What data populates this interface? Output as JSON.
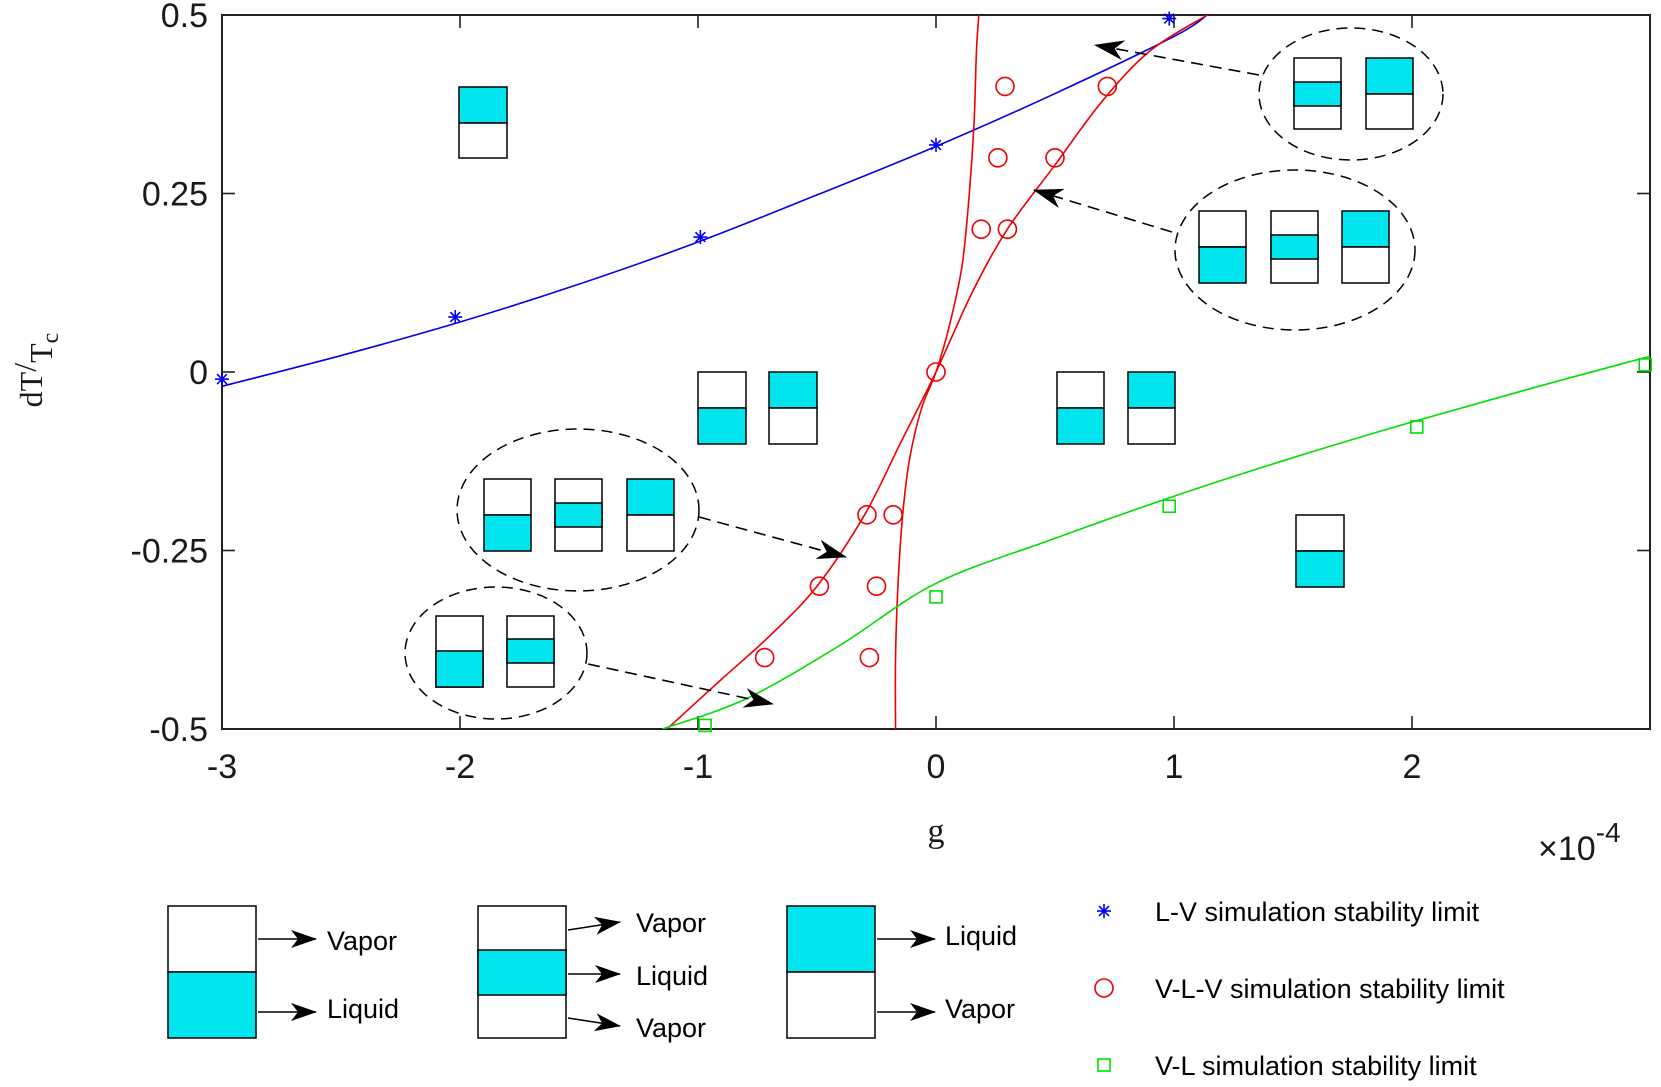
{
  "chart_data": {
    "type": "scatter",
    "title": "",
    "xlabel": "g",
    "ylabel": {
      "main": "dT",
      "sub": "T",
      "subsub": "c"
    },
    "x_multiplier": {
      "base": "×10",
      "exponent": "-4"
    },
    "xlim": [
      -3,
      3
    ],
    "ylim": [
      -0.5,
      0.5
    ],
    "xticks": [
      -3,
      -2,
      -1,
      0,
      1,
      2
    ],
    "xtick_labels": [
      "-3",
      "-2",
      "-1",
      "0",
      "1",
      "2"
    ],
    "yticks": [
      -0.5,
      -0.25,
      0,
      0.25,
      0.5
    ],
    "ytick_labels": [
      "-0.5",
      "-0.25",
      "0",
      "0.25",
      "0.5"
    ],
    "grid": false,
    "colors": {
      "liquid": "#00e5ee",
      "lv": "#0000ee",
      "vlv": "#ee0000",
      "vl": "#00dd00"
    },
    "series": [
      {
        "name": "L-V simulation stability limit",
        "marker": "asterisk",
        "color": "#0000ee",
        "x": [
          -3.0,
          -2.02,
          -0.99,
          0.0,
          0.98
        ],
        "y": [
          -0.01,
          0.077,
          0.189,
          0.318,
          0.495
        ]
      },
      {
        "name": "V-L-V simulation stability limit",
        "marker": "circle",
        "color": "#ee0000",
        "x": [
          0.0,
          0.19,
          0.3,
          0.26,
          0.5,
          0.29,
          0.72,
          -0.29,
          -0.18,
          -0.49,
          -0.25,
          -0.72,
          -0.28
        ],
        "y": [
          0.0,
          0.2,
          0.2,
          0.3,
          0.3,
          0.4,
          0.4,
          -0.2,
          -0.2,
          -0.3,
          -0.3,
          -0.4,
          -0.4
        ]
      },
      {
        "name": "V-L simulation stability limit",
        "marker": "square",
        "color": "#00dd00",
        "x": [
          -0.97,
          0.0,
          0.98,
          2.02,
          2.98
        ],
        "y": [
          -0.495,
          -0.315,
          -0.188,
          -0.077,
          0.01
        ]
      }
    ],
    "fit_curves": [
      {
        "color": "#0000ee",
        "x": [
          -3.0,
          -2.5,
          -2.0,
          -1.5,
          -1.0,
          -0.5,
          0.0,
          0.5,
          1.0,
          1.14
        ],
        "y": [
          -0.02,
          0.023,
          0.07,
          0.123,
          0.182,
          0.248,
          0.316,
          0.39,
          0.47,
          0.5
        ]
      },
      {
        "color": "#ee0000",
        "x": [
          -1.13,
          -0.9,
          -0.7,
          -0.5,
          -0.3,
          -0.15,
          0.0,
          0.15,
          0.3,
          0.5,
          0.7,
          0.9,
          1.14
        ],
        "y": [
          -0.5,
          -0.43,
          -0.37,
          -0.3,
          -0.2,
          -0.1,
          0.0,
          0.11,
          0.2,
          0.29,
          0.38,
          0.45,
          0.5
        ]
      },
      {
        "color": "#ee0000",
        "x": [
          -0.17,
          -0.17,
          -0.16,
          -0.14,
          -0.11,
          -0.06,
          0.0,
          0.06,
          0.11,
          0.14,
          0.16,
          0.17,
          0.18
        ],
        "y": [
          -0.5,
          -0.4,
          -0.3,
          -0.2,
          -0.12,
          -0.05,
          0.0,
          0.07,
          0.15,
          0.25,
          0.35,
          0.45,
          0.5
        ]
      },
      {
        "color": "#00dd00",
        "x": [
          -1.15,
          -0.8,
          -0.4,
          0.0,
          0.5,
          1.0,
          1.5,
          2.0,
          2.5,
          3.0
        ],
        "y": [
          -0.5,
          -0.458,
          -0.382,
          -0.296,
          -0.233,
          -0.174,
          -0.12,
          -0.07,
          -0.023,
          0.022
        ]
      }
    ],
    "legend": {
      "placement": "bottom",
      "configs": [
        {
          "name": "config-vapor-over-liquid",
          "labels": [
            "Vapor",
            "Liquid"
          ]
        },
        {
          "name": "config-vapor-liquid-vapor",
          "labels": [
            "Vapor",
            "Liquid",
            "Vapor"
          ]
        },
        {
          "name": "config-liquid-over-vapor",
          "labels": [
            "Liquid",
            "Vapor"
          ]
        }
      ],
      "entries": [
        "L-V simulation stability limit",
        "V-L-V simulation stability limit",
        "V-L simulation stability limit"
      ]
    }
  }
}
